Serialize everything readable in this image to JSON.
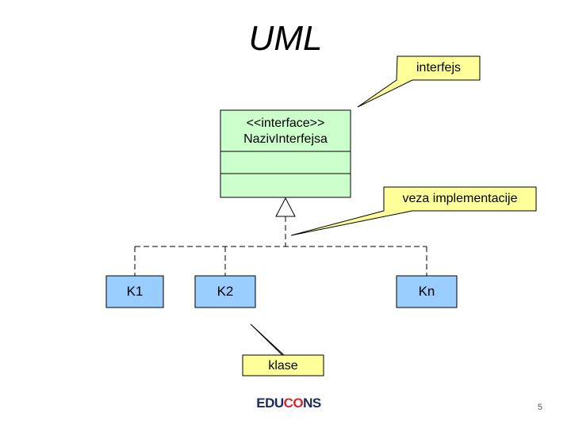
{
  "slide": {
    "title": "UML",
    "page_number": "5"
  },
  "callouts": {
    "interface": "interfejs",
    "implementation": "veza implementacije",
    "classes": "klase"
  },
  "interface_box": {
    "stereotype": "<<interface>>",
    "name": "NazivInterfejsa"
  },
  "classes": [
    "K1",
    "K2",
    "Kn"
  ],
  "logo": {
    "text_start": "EDU",
    "text_accent": "CO",
    "text_end": "NS"
  },
  "colors": {
    "interface_fill": "#ccffcc",
    "class_fill": "#99ccff",
    "callout_fill": "#ffff99"
  }
}
